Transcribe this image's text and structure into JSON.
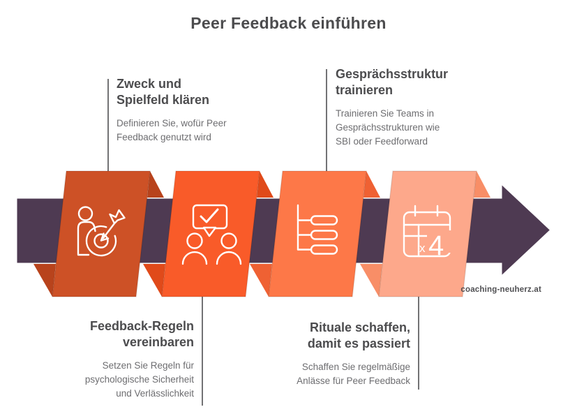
{
  "title": "Peer Feedback einführen",
  "watermark": "coaching-neuherz.at",
  "colors": {
    "background": "#ffffff",
    "heading_text": "#4c4c4e",
    "body_text": "#6d6d70",
    "connector_line": "#4f4f52",
    "arrow_fill": "#4e3a52",
    "arrow_outline": "#ffffff",
    "icon_stroke": "#ffffff"
  },
  "steps": [
    {
      "order": 1,
      "label_position": "top",
      "icon": "person-target-icon",
      "face_color": "#cd5126",
      "fold_color": "#b8431c",
      "heading_lines": [
        "Zweck und",
        "Spielfeld klären"
      ],
      "body_lines": [
        "Definieren Sie, wofür Peer",
        "Feedback genutzt wird"
      ]
    },
    {
      "order": 2,
      "label_position": "bottom",
      "icon": "feedback-bubble-people-icon",
      "face_color": "#f95b29",
      "fold_color": "#e04a1a",
      "heading_lines": [
        "Feedback-Regeln",
        "vereinbaren"
      ],
      "body_lines": [
        "Setzen Sie Regeln für",
        "psychologische Sicherheit",
        "und Verlässlichkeit"
      ]
    },
    {
      "order": 3,
      "label_position": "top",
      "icon": "hierarchy-structure-icon",
      "face_color": "#fd7848",
      "fold_color": "#ef6133",
      "heading_lines": [
        "Gesprächsstruktur",
        "trainieren"
      ],
      "body_lines": [
        "Trainieren Sie Teams in",
        "Gesprächsstrukturen wie",
        "SBI oder Feedforward"
      ]
    },
    {
      "order": 4,
      "label_position": "bottom",
      "icon": "calendar-x4-icon",
      "face_color": "#fda88b",
      "fold_color": "#f88e67",
      "heading_lines": [
        "Rituale schaffen,",
        "damit es passiert"
      ],
      "body_lines": [
        "Schaffen Sie regelmäßige",
        "Anlässe für Peer Feedback"
      ],
      "icon_text": {
        "multiplier": "x",
        "count": "4"
      }
    }
  ]
}
